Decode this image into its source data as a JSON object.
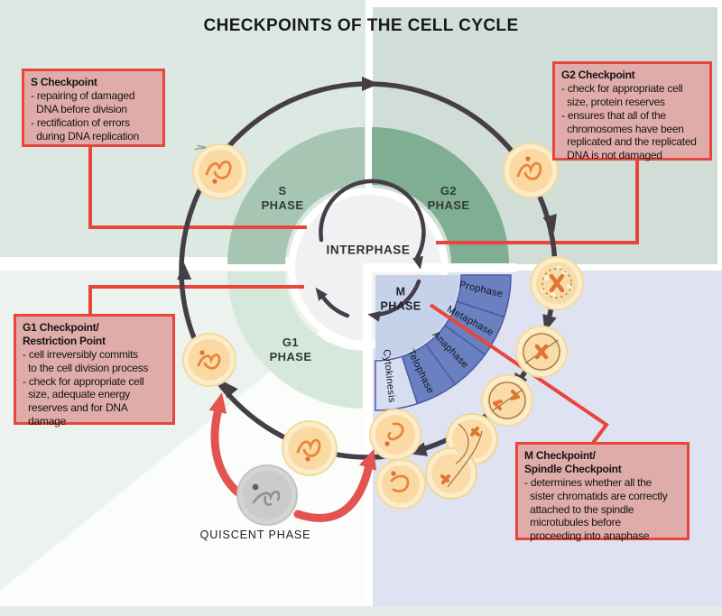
{
  "title": "CHECKPOINTS OF THE CELL CYCLE",
  "checkpoints": {
    "s": {
      "title": "S Checkpoint",
      "body": "- repairing of damaged\n  DNA before division\n- rectification of errors\n  during DNA replication"
    },
    "g2": {
      "title": "G2 Checkpoint",
      "body": "- check for appropriate cell\n  size, protein reserves\n- ensures that all of the\n  chromosomes have been\n  replicated and the replicated\n  DNA is not damaged"
    },
    "g1": {
      "title": "G1 Checkpoint/\nRestriction Point",
      "body": "- cell irreversibly commits\n  to the cell division process\n- check for appropriate cell\n  size, adequate energy\n  reserves and for DNA\n  damage"
    },
    "m": {
      "title": "M Checkpoint/\nSpindle Checkpoint",
      "body": "- determines whether all the\n  sister chromatids are correctly\n  attached to the spindle\n  microtubules before\n  proceeding into anaphase"
    }
  },
  "cycle": {
    "phases": {
      "s": "S\nPHASE",
      "g2": "G2\nPHASE",
      "g1": "G1\nPHASE",
      "m": "M\nPHASE",
      "interphase": "INTERPHASE"
    },
    "m_subphases": [
      "Prophase",
      "Metaphase",
      "Anaphase",
      "Telophase",
      "Cytokinesis"
    ],
    "quiescent_label": "QUISCENT PHASE"
  },
  "colors": {
    "callout_border": "#e9453c",
    "callout_fill": "#dfaca9",
    "ring_s": "#a6c6b3",
    "ring_g2": "#7fae93",
    "ring_g1": "#d6e7db",
    "m_sector": "#c6d2ea",
    "m_wedge": "#6a80c1",
    "m_wedge_light": "#d8def2",
    "cycle_path": "#463e46",
    "cell_fill": "#fbd9a3",
    "cell_rim": "#fceccb",
    "chromatin_orange": "#e8863c",
    "quiescent_gray": "#cfcfcf",
    "reentry_arrow_red": "#e25450",
    "bg_top_left": "#dbe9e2",
    "bg_top_right": "#d1ded7",
    "bg_bottom_right": "#dfe2f0"
  }
}
